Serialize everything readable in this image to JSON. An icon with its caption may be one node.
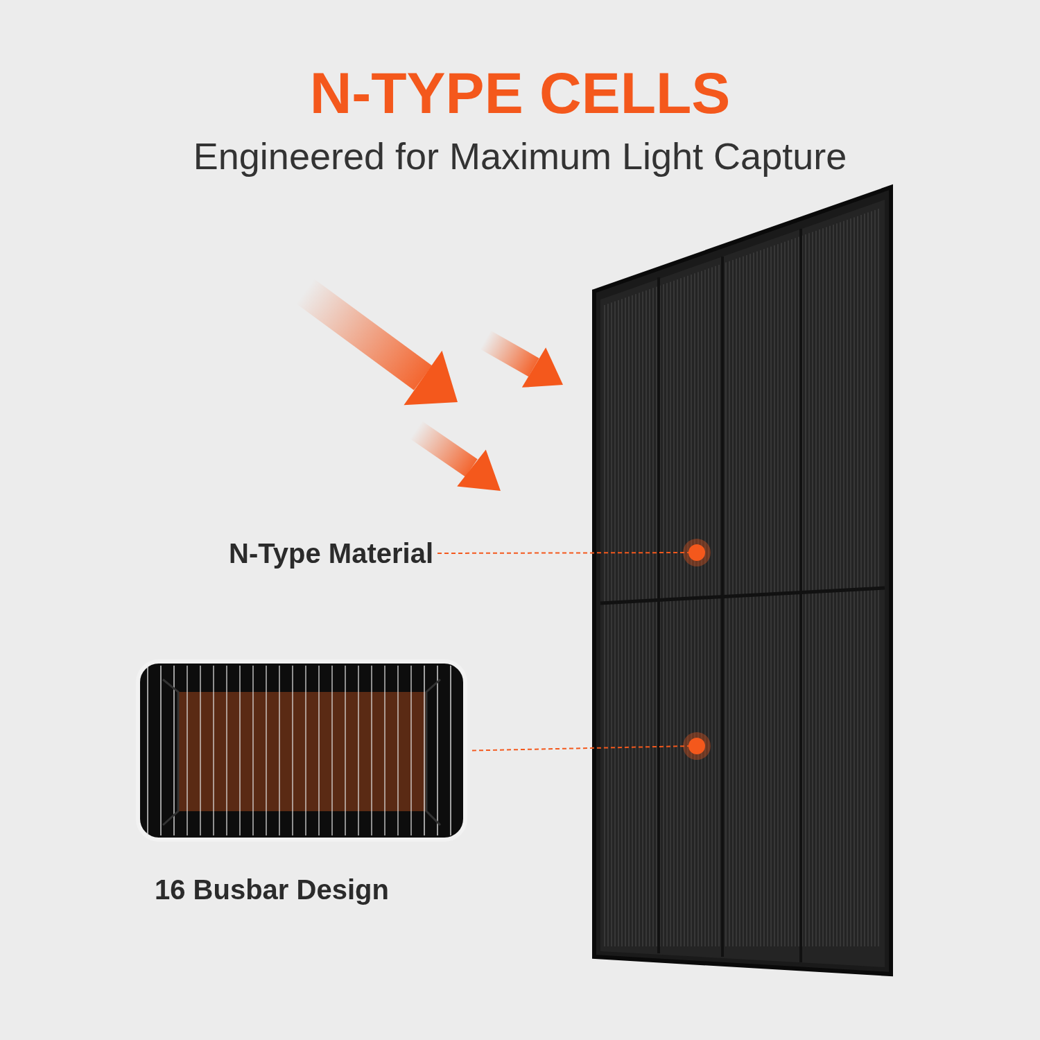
{
  "diagram": {
    "title": "N-TYPE CELLS",
    "nodes": [
      {
        "text": [
          "N-Type Material"
        ]
      },
      {
        "text": [],
        "shape": "circle"
      },
      {
        "text": [],
        "shape": "picture",
        "beside": [
          "16 Busbar Design"
        ]
      },
      {
        "text": [],
        "shape": "circle"
      }
    ],
    "edges": [
      {
        "from": 0,
        "to": 1,
        "arrow": "none",
        "style": "dashed"
      },
      {
        "from": 2,
        "to": 3,
        "arrow": "none",
        "style": "dashed"
      }
    ],
    "labels": [
      "Engineered for Maximum Light Capture"
    ]
  }
}
